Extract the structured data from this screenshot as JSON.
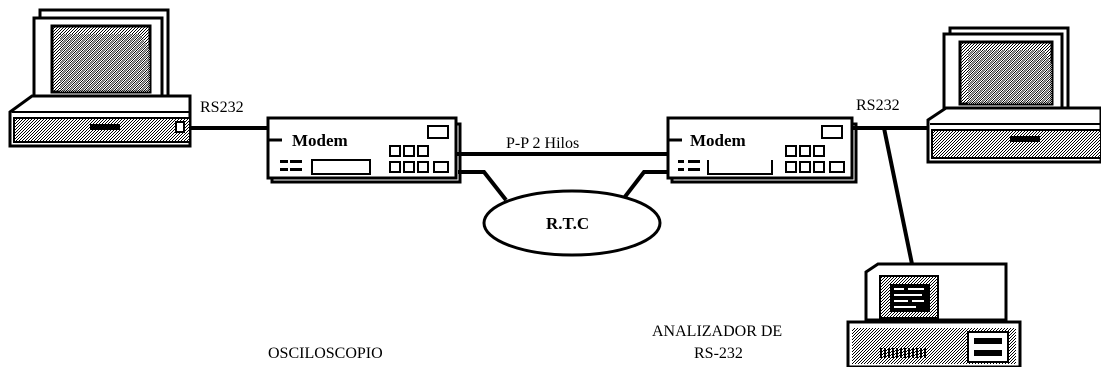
{
  "diagram": {
    "labels": {
      "rs232_left": "RS232",
      "rs232_right": "RS232",
      "modem_left": "Modem",
      "modem_right": "Modem",
      "link": "P-P 2 Hilos",
      "network": "R.T.C",
      "oscilloscope": "OSCILOSCOPIO",
      "analyzer_line1": "ANALIZADOR DE",
      "analyzer_line2": "RS-232"
    },
    "devices": [
      {
        "kind": "computer",
        "icon": "desktop-computer-icon"
      },
      {
        "kind": "modem",
        "icon": "modem-icon"
      },
      {
        "kind": "network",
        "icon": "network-cloud-icon"
      },
      {
        "kind": "modem",
        "icon": "modem-icon"
      },
      {
        "kind": "computer",
        "icon": "desktop-computer-icon"
      },
      {
        "kind": "analyzer",
        "icon": "analyzer-terminal-icon"
      }
    ],
    "colors": {
      "stroke": "#000000",
      "background": "#ffffff"
    }
  }
}
